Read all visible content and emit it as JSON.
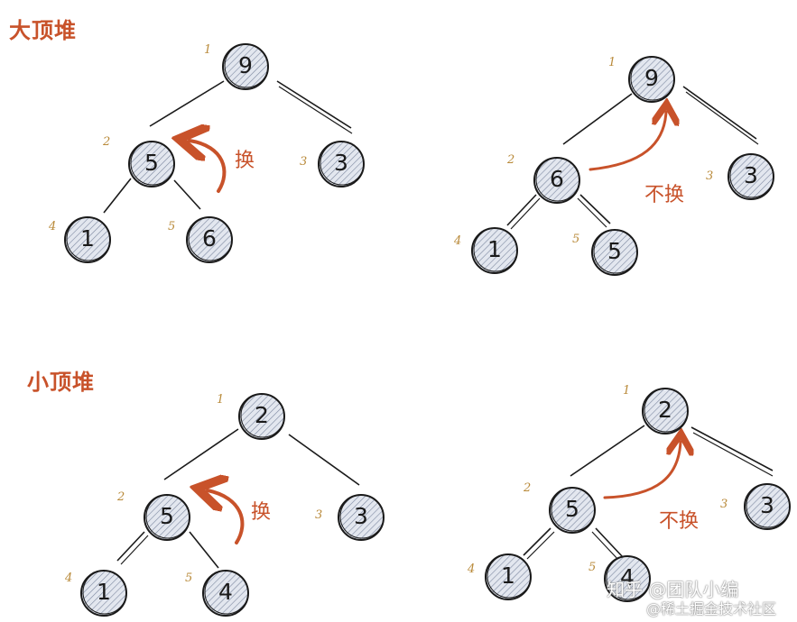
{
  "labels": {
    "max_heap_title": "大顶堆",
    "min_heap_title": "小顶堆",
    "swap": "换",
    "no_swap": "不换"
  },
  "diagrams": [
    {
      "id": "max-heap-swap",
      "nodes": [
        {
          "idx": "1",
          "val": "9"
        },
        {
          "idx": "2",
          "val": "5"
        },
        {
          "idx": "3",
          "val": "3"
        },
        {
          "idx": "4",
          "val": "1"
        },
        {
          "idx": "5",
          "val": "6"
        }
      ],
      "action": "swap"
    },
    {
      "id": "max-heap-noswap",
      "nodes": [
        {
          "idx": "1",
          "val": "9"
        },
        {
          "idx": "2",
          "val": "6"
        },
        {
          "idx": "3",
          "val": "3"
        },
        {
          "idx": "4",
          "val": "1"
        },
        {
          "idx": "5",
          "val": "5"
        }
      ],
      "action": "no_swap"
    },
    {
      "id": "min-heap-swap",
      "nodes": [
        {
          "idx": "1",
          "val": "2"
        },
        {
          "idx": "2",
          "val": "5"
        },
        {
          "idx": "3",
          "val": "3"
        },
        {
          "idx": "4",
          "val": "1"
        },
        {
          "idx": "5",
          "val": "4"
        }
      ],
      "action": "swap"
    },
    {
      "id": "min-heap-noswap",
      "nodes": [
        {
          "idx": "1",
          "val": "2"
        },
        {
          "idx": "2",
          "val": "5"
        },
        {
          "idx": "3",
          "val": "3"
        },
        {
          "idx": "4",
          "val": "1"
        },
        {
          "idx": "5",
          "val": "4"
        }
      ],
      "action": "no_swap"
    }
  ],
  "watermark": {
    "line1": "知乎 @团队小编",
    "line2": "@稀土掘金技术社区"
  },
  "colors": {
    "accent": "#c8522a",
    "index": "#b98a3a",
    "node_fill": "#d6dce8",
    "stroke": "#1a1a1a"
  }
}
